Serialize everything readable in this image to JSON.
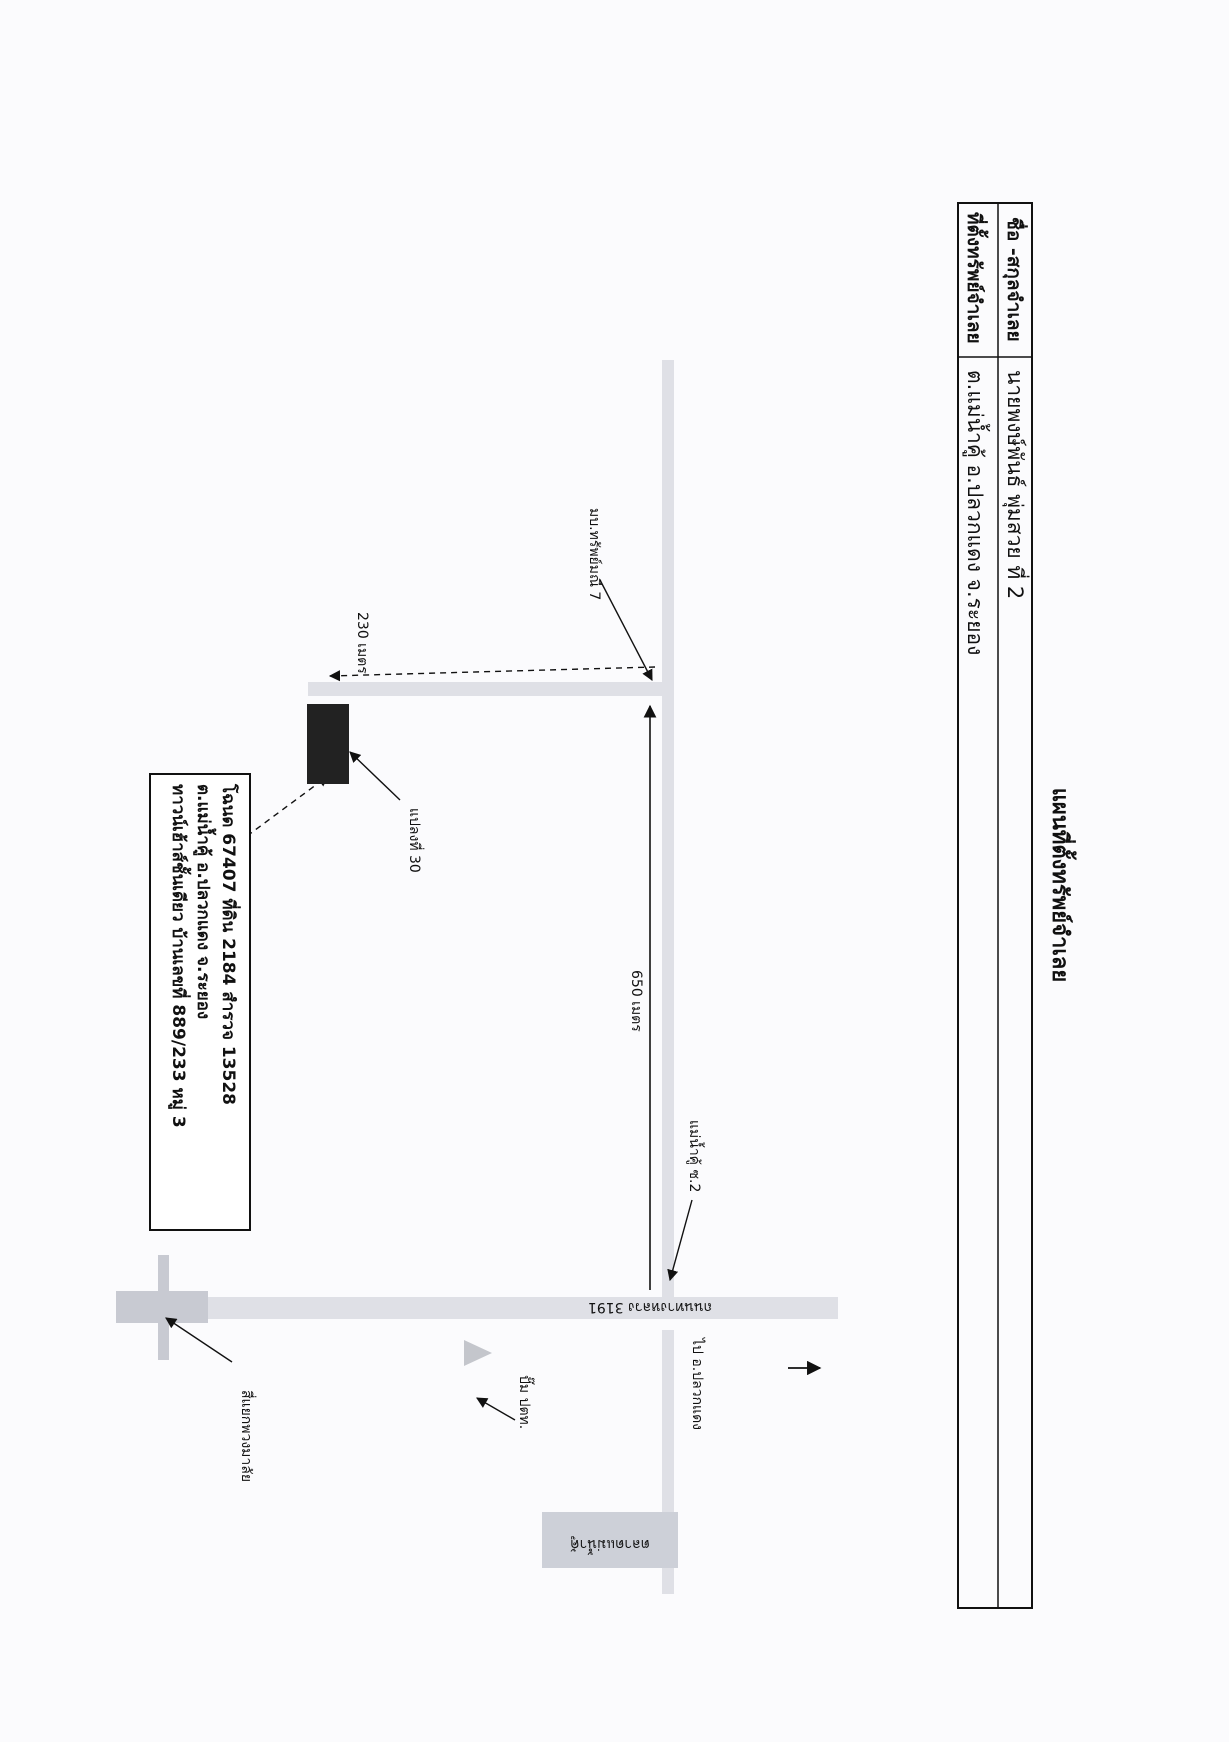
{
  "map": {
    "title": "แผนที่ตั้งทรัพย์จำเลย",
    "info_table": {
      "name_label": "ชื่อ -สกุลจำเลย",
      "name_value": "นายพงษ์พันธ์ พุ่มสวย ที่ 2",
      "location_label": "ที่ตั้งทรัพย์จำเลย",
      "location_value": "ต.แม่น้ำคู้ อ.ปลวกแดง จ.ระยอง"
    },
    "roads": {
      "main_road": "ถนนทางหลวง 3191",
      "soi_label": "แม่น้ำคู้ ซ.2",
      "village_label": "มบ.ทรัพย์มณี 7",
      "to_label": "ไป อ.ปลวกแดง"
    },
    "distances": {
      "main": "650 เมตร",
      "side": "230 เมตร"
    },
    "landmarks": {
      "plot_label": "แปลงที่ 30",
      "gas_station": "ปั๊ม ปตท.",
      "intersection": "สี่แยกพวงมาลัย",
      "market": "ตลาดแม่น้ำคู้"
    },
    "deed_box": {
      "line1": "โฉนด 67407 ที่ดิน 2184 สำรวจ 13528",
      "line2": "ต.แม่น้ำคู้ อ.ปลวกแดง จ.ระยอง",
      "line3": "ทาวน์เฮ้าส์ชั้นเดียว บ้านเลขที่ 889/233 หมู่ 3"
    }
  }
}
